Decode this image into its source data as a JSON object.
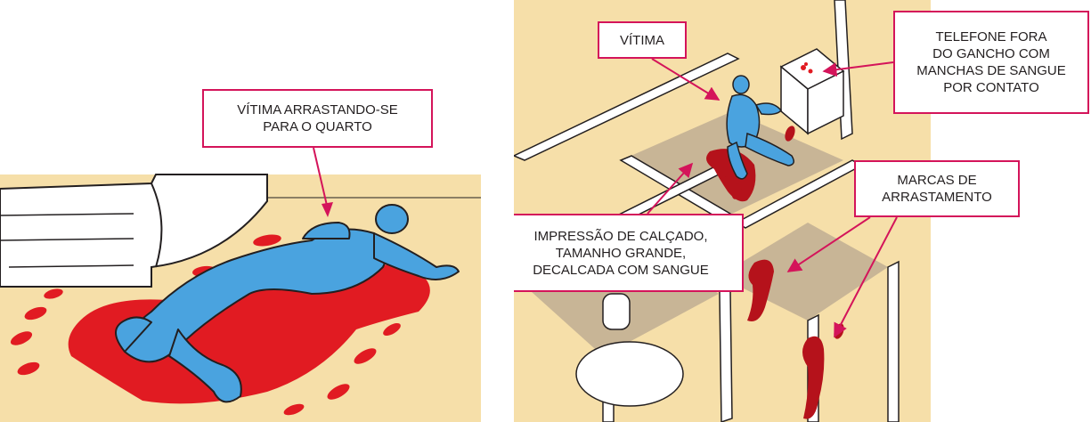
{
  "callouts": {
    "victim_crawling": [
      "VÍTIMA ARRASTANDO-SE",
      "PARA O QUARTO"
    ],
    "victim": [
      "VÍTIMA"
    ],
    "phone": [
      "TELEFONE FORA",
      "DO GANCHO COM",
      "MANCHAS DE SANGUE",
      "POR CONTATO"
    ],
    "drag_marks": [
      "MARCAS DE",
      "ARRASTAMENTO"
    ],
    "shoe_print": [
      "IMPRESSÃO DE CALÇADO,",
      "TAMANHO GRANDE,",
      "DECALCADA COM SANGUE"
    ]
  },
  "colors": {
    "floor": "#f6dfa9",
    "blood": "#e11b22",
    "dark_blood": "#b5121b",
    "victim": "#4aa3df",
    "callout_border": "#d4145a",
    "wall_top": "#ffffff",
    "room_floor": "#c8b596",
    "outline": "#231f20"
  }
}
